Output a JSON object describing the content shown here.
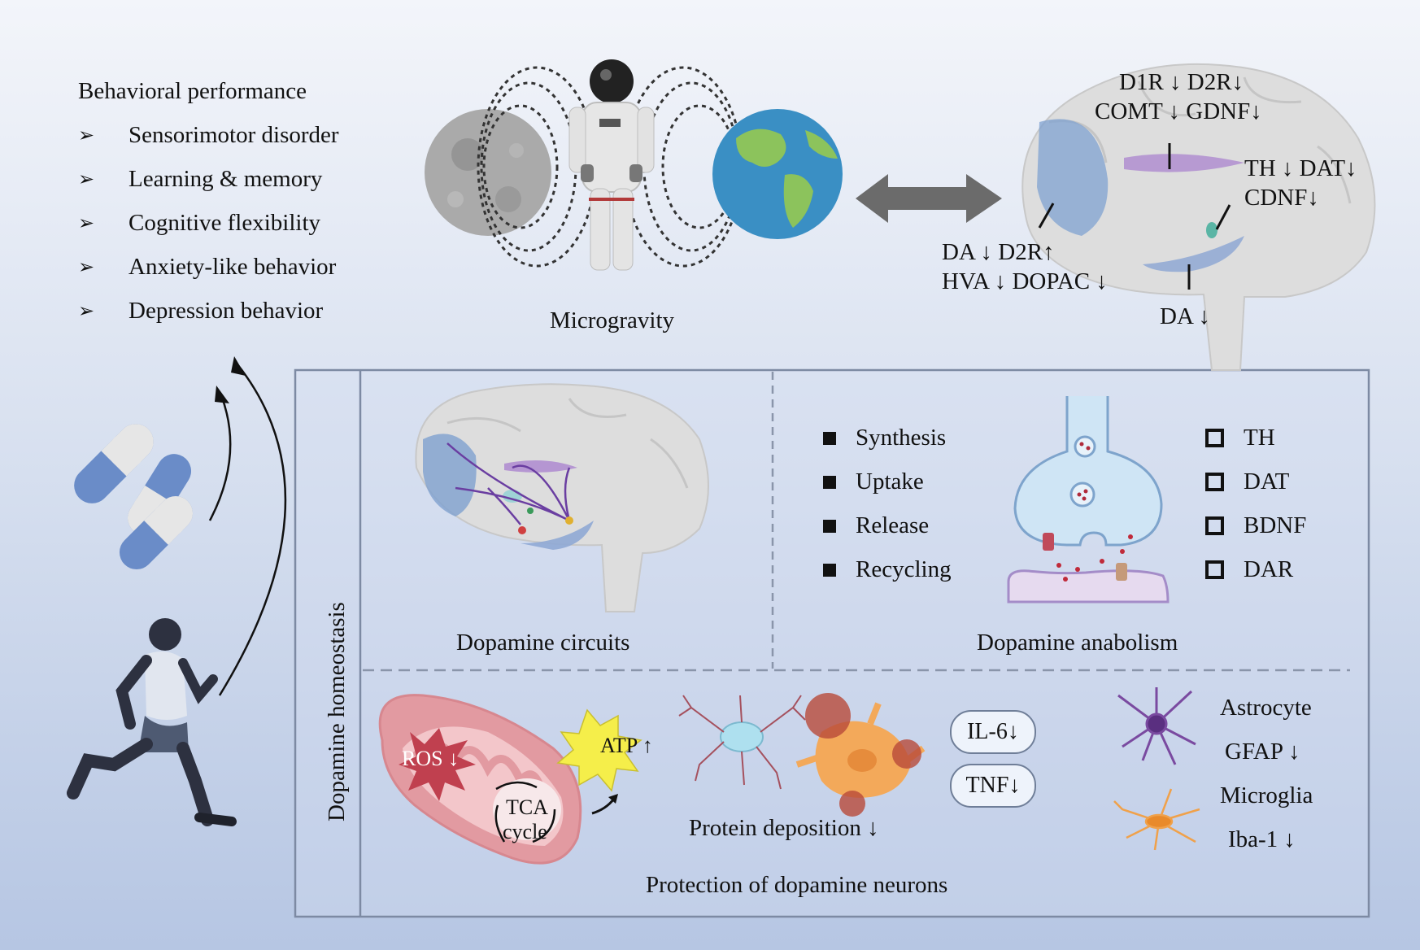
{
  "behavior": {
    "title": "Behavioral performance",
    "items": [
      "Sensorimotor disorder",
      "Learning & memory",
      "Cognitive flexibility",
      "Anxiety-like behavior",
      "Depression behavior"
    ],
    "bullet": "➢"
  },
  "microgravity": {
    "label": "Microgravity"
  },
  "brain_top": {
    "line1": "D1R ↓ D2R↓",
    "line2": "COMT ↓  GDNF↓",
    "line3": "TH ↓  DAT↓",
    "line4": "CDNF↓",
    "line5": "DA ↓ D2R↑",
    "line6": "HVA ↓  DOPAC ↓",
    "line7": "DA ↓"
  },
  "homeostasis": {
    "label": "Dopamine homeostasis"
  },
  "circuits": {
    "label": "Dopamine circuits"
  },
  "anabolism": {
    "label": "Dopamine anabolism",
    "processes": [
      "Synthesis",
      "Uptake",
      "Release",
      "Recycling"
    ],
    "markers": [
      "TH",
      "DAT",
      "BDNF",
      "DAR"
    ]
  },
  "protection": {
    "ros": "ROS ↓",
    "tca_line1": "TCA",
    "tca_line2": "cycle",
    "atp": "ATP ↑",
    "protein": "Protein deposition ↓",
    "il6": "IL-6↓",
    "tnf": "TNF↓",
    "astrocyte": "Astrocyte",
    "gfap": "GFAP ↓",
    "microglia": "Microglia",
    "iba": "Iba-1 ↓",
    "label": "Protection of dopamine neurons"
  },
  "colors": {
    "bg_top": "#f3f5fa",
    "bg_bottom": "#b8c8e4",
    "panel_border": "#7d8aa3",
    "brain": "#dcdcdc",
    "earth_blue": "#3a8fc4",
    "earth_green": "#8cc35c",
    "mito": "#e29aa1",
    "ros": "#c0404f",
    "atp": "#f5ee4a"
  }
}
